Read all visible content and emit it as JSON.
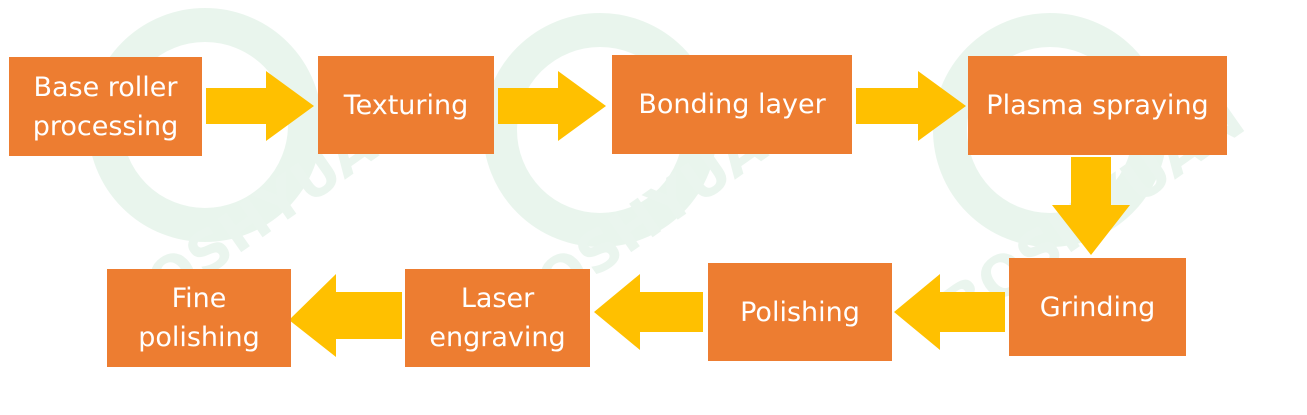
{
  "diagram": {
    "colors": {
      "box_fill": "#ED7D31",
      "box_text": "#FFFFFF",
      "arrow_fill": "#FFC000",
      "watermark": "#DCEFE3"
    },
    "watermark_text": "BOSHYUAN",
    "steps": [
      {
        "id": "base-roller-processing",
        "label": "Base roller\nprocessing"
      },
      {
        "id": "texturing",
        "label": "Texturing"
      },
      {
        "id": "bonding-layer",
        "label": "Bonding layer"
      },
      {
        "id": "plasma-spraying",
        "label": "Plasma spraying"
      },
      {
        "id": "grinding",
        "label": "Grinding"
      },
      {
        "id": "polishing",
        "label": "Polishing"
      },
      {
        "id": "laser-engraving",
        "label": "Laser\nengraving"
      },
      {
        "id": "fine-polishing",
        "label": "Fine\npolishing"
      }
    ]
  }
}
